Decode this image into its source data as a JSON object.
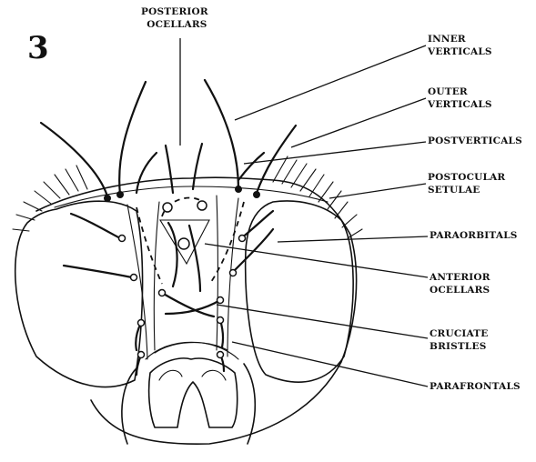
{
  "figure": {
    "number": "3",
    "labels": {
      "posterior_ocellars": [
        "POSTERIOR",
        "OCELLARS"
      ],
      "inner_verticals": [
        "INNER",
        "VERTICALS"
      ],
      "outer_verticals": [
        "OUTER",
        "VERTICALS"
      ],
      "postverticals": [
        "POSTVERTICALS"
      ],
      "postocular_setulae": [
        "POSTOCULAR",
        "SETULAE"
      ],
      "paraorbitals": [
        "PARAORBITALS"
      ],
      "anterior_ocellars": [
        "ANTERIOR",
        "OCELLARS"
      ],
      "cruciate_bristles": [
        "CRUCIATE",
        "BRISTLES"
      ],
      "parafrontals": [
        "PARAFRONTALS"
      ]
    },
    "colors": {
      "ink": "#111111",
      "paper": "#ffffff"
    }
  }
}
